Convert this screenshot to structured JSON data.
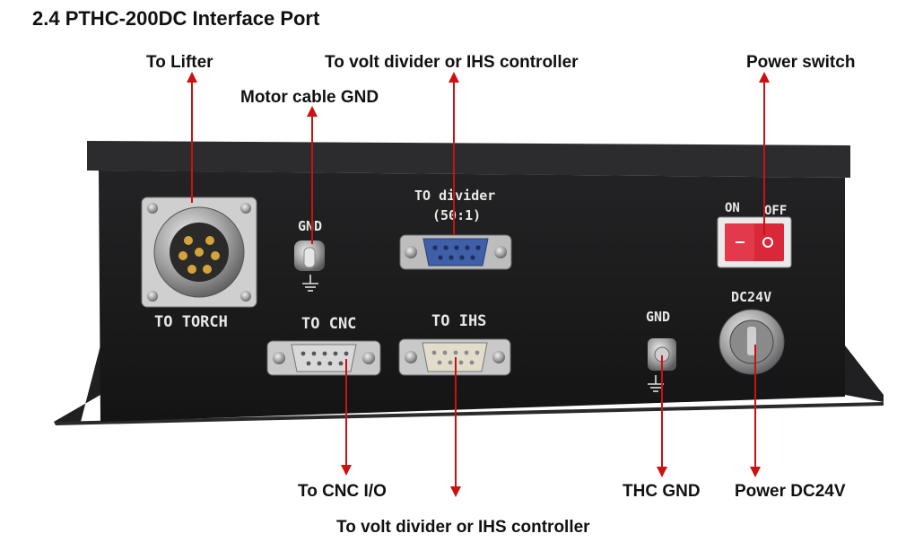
{
  "heading": "2.4 PTHC-200DC Interface Port",
  "callouts": {
    "to_lifter": "To Lifter",
    "motor_gnd": "Motor cable GND",
    "volt_divider_top": "To volt divider or IHS controller",
    "power_switch": "Power switch",
    "cnc_io": "To CNC I/O",
    "volt_divider_bottom": "To volt divider or IHS controller",
    "thc_gnd": "THC GND",
    "power_dc24v": "Power DC24V"
  },
  "panel_labels": {
    "to_torch": "TO TORCH",
    "gnd_left": "GND",
    "to_divider_line1": "TO divider",
    "to_divider_line2": "(50:1)",
    "to_cnc": "TO CNC",
    "to_ihs": "TO IHS",
    "gnd_right": "GND",
    "switch_on": "ON",
    "switch_off": "OFF",
    "dc24v": "DC24V"
  },
  "colors": {
    "arrow": "#cc1111",
    "enclosure": "#1c1c1e",
    "lid": "#2a2a2c",
    "switch": "#d8283a",
    "db9_blue": "#3f5fa8",
    "metal": "#b9b9b9"
  }
}
